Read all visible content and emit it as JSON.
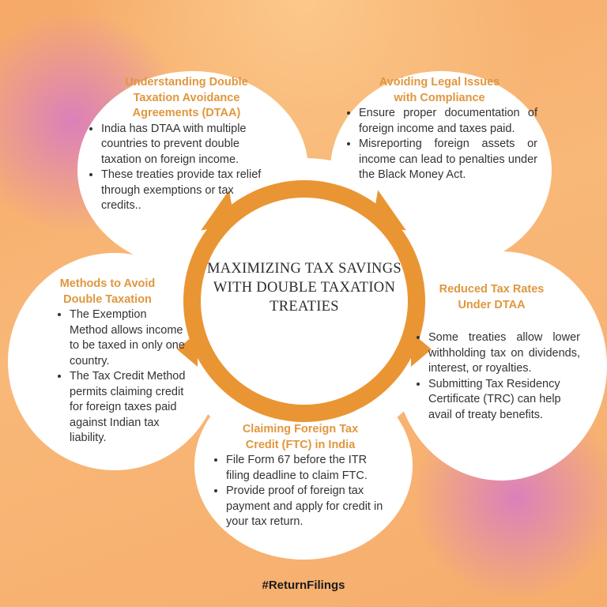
{
  "center": {
    "title": "MAXIMIZING TAX SAVINGS WITH DOUBLE TAXATION TREATIES"
  },
  "sections": [
    {
      "position": "top-left",
      "heading": "Understanding Double Taxation Avoidance Agreements (DTAA)",
      "bullets": [
        "India has DTAA with multiple countries to prevent double taxation on foreign income.",
        "These treaties provide tax relief through exemptions or tax credits.."
      ]
    },
    {
      "position": "top-right",
      "heading": "Avoiding Legal Issues with Compliance",
      "bullets": [
        "Ensure proper documentation of foreign income and taxes paid.",
        "Misreporting foreign assets or income can lead to penalties under the Black Money Act."
      ]
    },
    {
      "position": "middle-left",
      "heading": "Methods to Avoid Double Taxation",
      "bullets": [
        "The Exemption Method allows income to be taxed in only one country.",
        "The Tax Credit Method permits claiming credit for foreign taxes paid against Indian tax liability."
      ]
    },
    {
      "position": "middle-right",
      "heading": "Reduced Tax Rates Under DTAA",
      "bullets": [
        "Some treaties allow lower withholding tax on dividends, interest, or royalties.",
        "Submitting Tax Residency Certificate (TRC) can help avail of treaty benefits."
      ]
    },
    {
      "position": "bottom",
      "heading": "Claiming Foreign Tax Credit (FTC) in India",
      "bullets": [
        "File Form 67 before the ITR filing deadline to claim FTC.",
        "Provide proof of foreign tax payment and apply for credit in your tax return."
      ]
    }
  ],
  "footer": {
    "hashtag": "#ReturnFilings"
  },
  "colors": {
    "accent": "#ea9533",
    "heading": "#e0973e",
    "text": "#333333",
    "background": "#f8b878"
  }
}
